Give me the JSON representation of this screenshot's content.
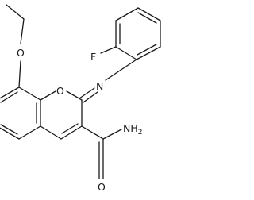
{
  "structure": {
    "atoms": {
      "methyl_c": "",
      "ethoxy_ch2": "",
      "ethoxy_o": "O",
      "ring_o": "O",
      "imine_n": "N",
      "fluorine": "F",
      "amide_c": "",
      "amide_o": "O",
      "amide_n": "NH2"
    },
    "amide_n_main": "NH",
    "amide_n_sub": "2"
  }
}
